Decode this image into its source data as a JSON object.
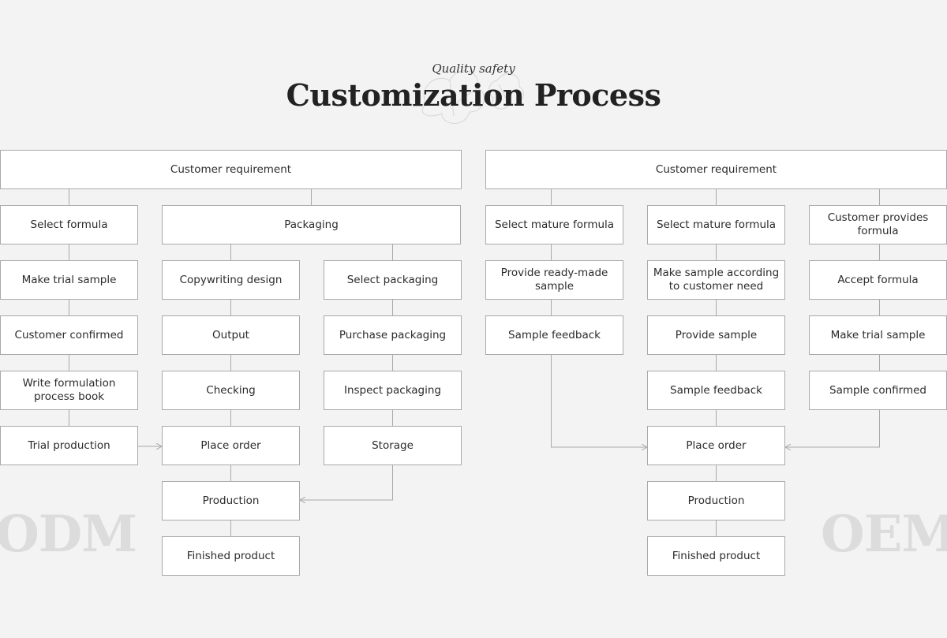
{
  "header": {
    "subtitle": "Quality safety",
    "title": "Customization Process"
  },
  "watermarks": {
    "left": "ODM",
    "right": "OEM"
  },
  "odm": {
    "customer_requirement": "Customer requirement",
    "select_formula": "Select formula",
    "make_trial_sample": "Make trial sample",
    "customer_confirmed": "Customer confirmed",
    "write_formulation": "Write formulation process book",
    "trial_production": "Trial production",
    "packaging": "Packaging",
    "copywriting_design": "Copywriting design",
    "output": "Output",
    "checking": "Checking",
    "place_order": "Place order",
    "production": "Production",
    "finished_product": "Finished product",
    "select_packaging": "Select packaging",
    "purchase_packaging": "Purchase packaging",
    "inspect_packaging": "Inspect packaging",
    "storage": "Storage"
  },
  "oem": {
    "customer_requirement": "Customer requirement",
    "select_mature_formula_1": "Select mature formula",
    "provide_ready_made_sample": "Provide ready-made sample",
    "sample_feedback_1": "Sample feedback",
    "select_mature_formula_2": "Select mature formula",
    "make_sample_according": "Make sample according to customer need",
    "provide_sample": "Provide sample",
    "sample_feedback_2": "Sample feedback",
    "place_order": "Place order",
    "production": "Production",
    "finished_product": "Finished product",
    "customer_provides_formula": "Customer provides formula",
    "accept_formula": "Accept formula",
    "make_trial_sample": "Make trial sample",
    "sample_confirmed": "Sample confirmed"
  },
  "colors": {
    "background": "#f3f3f3",
    "box_fill": "#ffffff",
    "box_border": "#a9a9a9",
    "connector": "#a9a9a9",
    "watermark": "#dcdcdc"
  }
}
